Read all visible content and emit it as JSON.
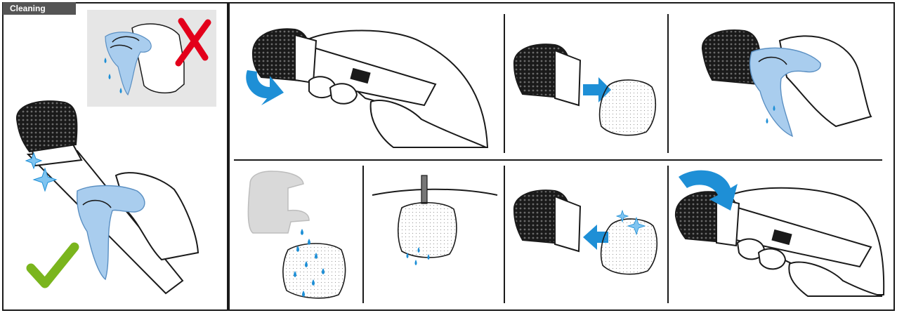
{
  "section": {
    "title": "Cleaning"
  },
  "colors": {
    "frame": "#1a1a1a",
    "tab_bg": "#555555",
    "cloth": "#a9cdee",
    "accent_blue": "#1e8fd6",
    "check_green": "#7ab51d",
    "cross_red": "#e3001b",
    "panel_grey": "#e6e6e6"
  },
  "steps": [
    {
      "icon": "microphone-wipe-correct-icon",
      "status": "correct",
      "status_icon": "green-check-icon"
    },
    {
      "icon": "wet-cloth-wipe-wrong-icon",
      "status": "wrong",
      "status_icon": "red-cross-icon"
    },
    {
      "icon": "unscrew-grille-icon"
    },
    {
      "icon": "remove-foam-insert-icon"
    },
    {
      "icon": "wipe-grille-icon"
    },
    {
      "icon": "rinse-foam-under-tap-icon"
    },
    {
      "icon": "hang-foam-to-dry-icon"
    },
    {
      "icon": "insert-foam-into-grille-icon"
    },
    {
      "icon": "screw-grille-back-icon"
    }
  ]
}
